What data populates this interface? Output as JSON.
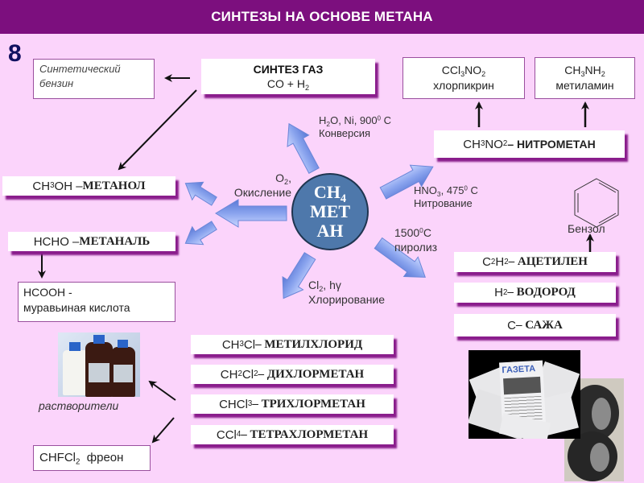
{
  "header": {
    "title": "СИНТЕЗЫ НА ОСНОВЕ МЕТАНА"
  },
  "slide_number": "8",
  "accent_colors": {
    "header": "#7c0f7e",
    "background": "#fbd4fb",
    "arrow": "#8ea8ee",
    "methane_circle": "#4e78ab"
  },
  "center": {
    "formula": "CH",
    "formula_sub": "4",
    "name_line1": "МЕТ",
    "name_line2": "АН"
  },
  "synthesis_gas": {
    "title": "СИНТЕЗ ГАЗ",
    "formula_main": "CO + H",
    "formula_sub": "2"
  },
  "synthetic_gasoline": {
    "line1": "Синтетический",
    "line2": "бензин"
  },
  "chloropicrin": {
    "f1": "CCl",
    "s1": "3",
    "f2": "NO",
    "s2": "2",
    "name": "хлорпикрин"
  },
  "methylamine": {
    "f1": "CH",
    "s1": "3",
    "f2": "NH",
    "s2": "2",
    "name": "метиламин"
  },
  "nitromethane": {
    "f1": "CH",
    "s1": "3",
    "f2": "NO",
    "s2": "2",
    "name": " – НИТРОМЕТАН"
  },
  "conditions": {
    "conversion": {
      "l1a": "H",
      "l1s": "2",
      "l1b": "O, Ni, 900",
      "l1sup": "0",
      "l1c": " C",
      "l2": "Конверсия"
    },
    "oxidation": {
      "l1a": "O",
      "l1s": "2",
      "l1b": ",",
      "l2": "Окисление"
    },
    "nitration": {
      "l1a": "HNO",
      "l1s": "3",
      "l1b": ", 475",
      "l1sup": "0",
      "l1c": " C",
      "l2": "Нитрование"
    },
    "pyrolysis": {
      "l1a": "1500",
      "l1sup": "0",
      "l1c": "C",
      "l2": "пиролиз"
    },
    "chlorination": {
      "l1a": "Cl",
      "l1s": "2",
      "l1b": ", hγ",
      "l2": "Хлорирование"
    }
  },
  "left_products": [
    {
      "f1": "CH",
      "s1": "3",
      "f2": "OH – ",
      "name": "МЕТАНОЛ"
    },
    {
      "f1": "HCHO – ",
      "s1": "",
      "f2": "",
      "name": "МЕТАНАЛЬ"
    }
  ],
  "formic_acid": {
    "line1": "HCOOH -",
    "line2": "муравьиная кислота"
  },
  "chlorination_products": [
    {
      "f1": "CH",
      "s1": "3",
      "f2": "Cl",
      "s2": "",
      "name": " – МЕТИЛХЛОРИД"
    },
    {
      "f1": "CH",
      "s1": "2",
      "f2": "Cl",
      "s2": "2",
      "name": " – ДИХЛОРМЕТАН"
    },
    {
      "f1": "CHCl",
      "s1": "3",
      "f2": "",
      "s2": "",
      "name": " – ТРИХЛОРМЕТАН"
    },
    {
      "f1": "CCl",
      "s1": "4",
      "f2": "",
      "s2": "",
      "name": " – ТЕТРАХЛОРМЕТАН"
    }
  ],
  "pyrolysis_products": [
    {
      "f1": "C",
      "s1": "2",
      "f2": "H",
      "s2": "2",
      "name": " – АЦЕТИЛЕН"
    },
    {
      "f1": "H",
      "s1": "2",
      "f2": "",
      "s2": "",
      "name": " – ВОДОРОД"
    },
    {
      "f1": "C",
      "s1": "",
      "f2": "",
      "s2": "",
      "name": " – САЖА"
    }
  ],
  "benzene": {
    "label": "Бензол"
  },
  "solvents": {
    "label": "растворители"
  },
  "freon": {
    "f1": "CHFCl",
    "s1": "2",
    "name": "  фреон"
  },
  "images": {
    "solvents_photo": "bottles",
    "newspapers_photo": "newspapers",
    "newspaper_headline": "ГАЗЕТА",
    "tires_photo": "tires"
  }
}
